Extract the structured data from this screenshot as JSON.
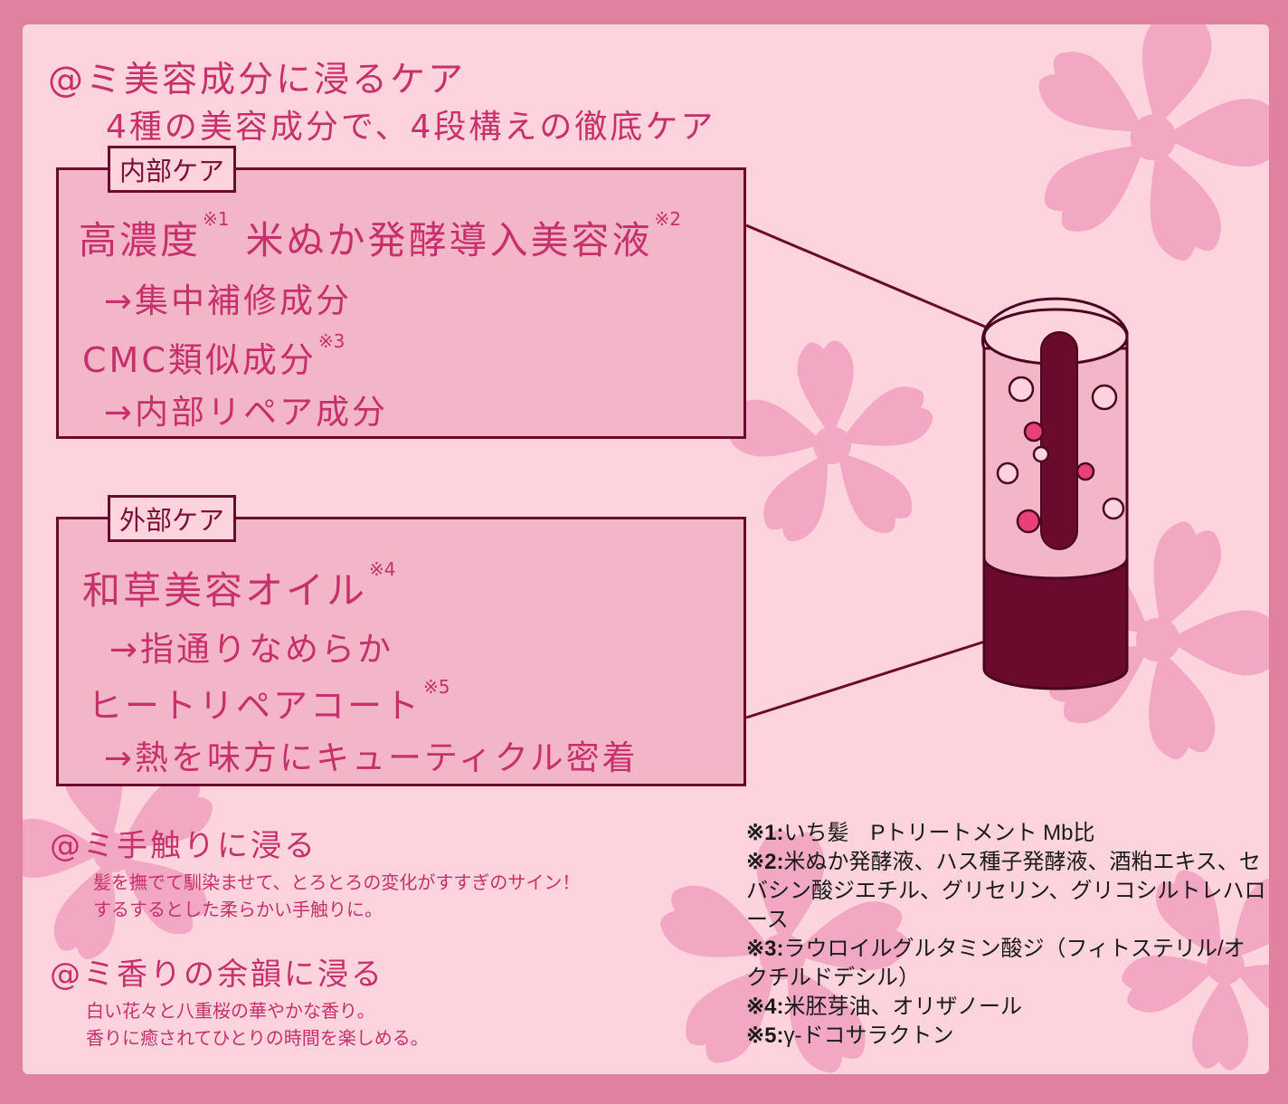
{
  "heading": {
    "title": "@ミ美容成分に浸るケア",
    "subtitle": "4種の美容成分で、4段構えの徹底ケア"
  },
  "internal_care": {
    "tag": "内部ケア",
    "items": [
      {
        "name": "高濃度",
        "mark": "※1",
        "name2": "米ぬか発酵導入美容液",
        "mark2": "※2"
      },
      {
        "arrow": "→集中補修成分"
      },
      {
        "name": "CMC類似成分",
        "mark": "※3"
      },
      {
        "arrow": "→内部リペア成分"
      }
    ]
  },
  "external_care": {
    "tag": "外部ケア",
    "items": [
      {
        "name": "和草美容オイル",
        "mark": "※4"
      },
      {
        "arrow": "→指通りなめらか"
      },
      {
        "name": "ヒートリペアコート",
        "mark": "※5"
      },
      {
        "arrow": "→熱を味方にキューティクル密着"
      }
    ]
  },
  "touch": {
    "title": "@ミ手触りに浸る",
    "line1": "髪を撫でて馴染ませて、とろとろの変化がすすぎのサイン！",
    "line2": "するするとした柔らかい手触りに。"
  },
  "scent": {
    "title": "@ミ香りの余韻に浸る",
    "line1": "白い花々と八重桜の華やかな香り。",
    "line2": "香りに癒されてひとりの時間を楽しめる。"
  },
  "footnotes": [
    {
      "key": "※1:",
      "text": "いち髪　Pトリートメント Mb比"
    },
    {
      "key": "※2:",
      "text": "米ぬか発酵液、ハス種子発酵液、酒粕エキス、セバシン酸ジエチル、グリセリン、グリコシルトレハロース"
    },
    {
      "key": "※3:",
      "text": "ラウロイルグルタミン酸ジ（フィトステリル/オクチルドデシル）"
    },
    {
      "key": "※4:",
      "text": "米胚芽油、オリザノール"
    },
    {
      "key": "※5:",
      "text": "γ-ドコサラクトン"
    }
  ],
  "colors": {
    "outer_border": "#e0819f",
    "panel": "#fdd3de",
    "box_fill": "#f2b6c8",
    "ink": "#c7306a",
    "dark": "#6a0a2c",
    "blossom": "#f2a7c2"
  },
  "icons": [
    "sakura-blossom-icon",
    "hair-cross-section-icon"
  ]
}
